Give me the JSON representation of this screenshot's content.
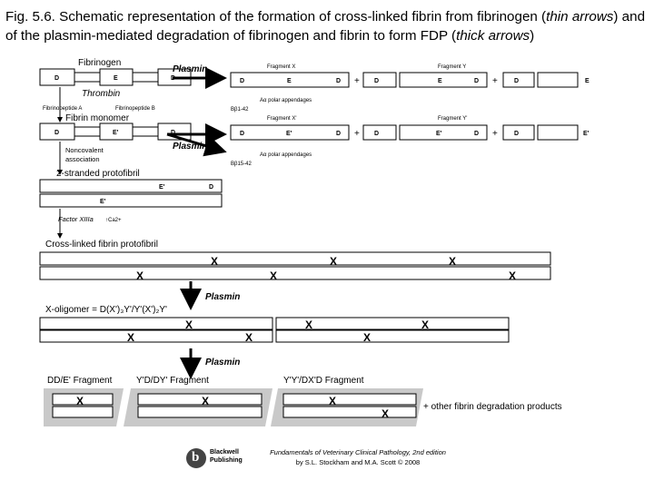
{
  "caption": {
    "prefix": "Fig. 5.6. Schematic representation of the formation of cross-linked fibrin from fibrinogen (",
    "thin": "thin arrows",
    "middle": ") and of the plasmin-mediated degradation of fibrinogen and fibrin to form FDP (",
    "thick": "thick arrows",
    "suffix": ")"
  },
  "labels": {
    "fibrinogen": "Fibrinogen",
    "thrombin": "Thrombin",
    "fpa": "Fibrinopeptide A",
    "fpb": "Fibrinopeptide B",
    "fibrin_monomer": "Fibrin monomer",
    "noncovalent": "Noncovalent",
    "association": "association",
    "protofibril2": "2-stranded protofibril",
    "factor": "Factor XIIIa",
    "ca": "↑Ca2+",
    "crosslinked": "Cross-linked fibrin protofibril",
    "plasmin": "Plasmin",
    "fragment_x": "Fragment X",
    "fragment_y": "Fragment Y",
    "fragment_x2": "Fragment X'",
    "fragment_y2": "Fragment Y'",
    "b_beta1": "Bβ1-42",
    "b_beta2": "Bβ15-42",
    "a_alpha": "Aα polar appendages",
    "x_oligomer": "X-oligomer = D(X')₃Y'/Y'(X')₂Y'",
    "dd_frag": "DD/E' Fragment",
    "ydd_frag": "Y'D/DY' Fragment",
    "yyd_frag": "Y'Y'/DX'D Fragment",
    "other": "+ other fibrin degradation products"
  },
  "domains": {
    "d": "D",
    "e": "E",
    "e2": "E'",
    "x": "X"
  },
  "footer": {
    "book": "Fundamentals of Veterinary Clinical Pathology, 2nd edition",
    "authors": "by S.L. Stockham and M.A. Scott © 2008",
    "publisher_line1": "Blackwell",
    "publisher_line2": "Publishing",
    "logo_letter": "b"
  }
}
